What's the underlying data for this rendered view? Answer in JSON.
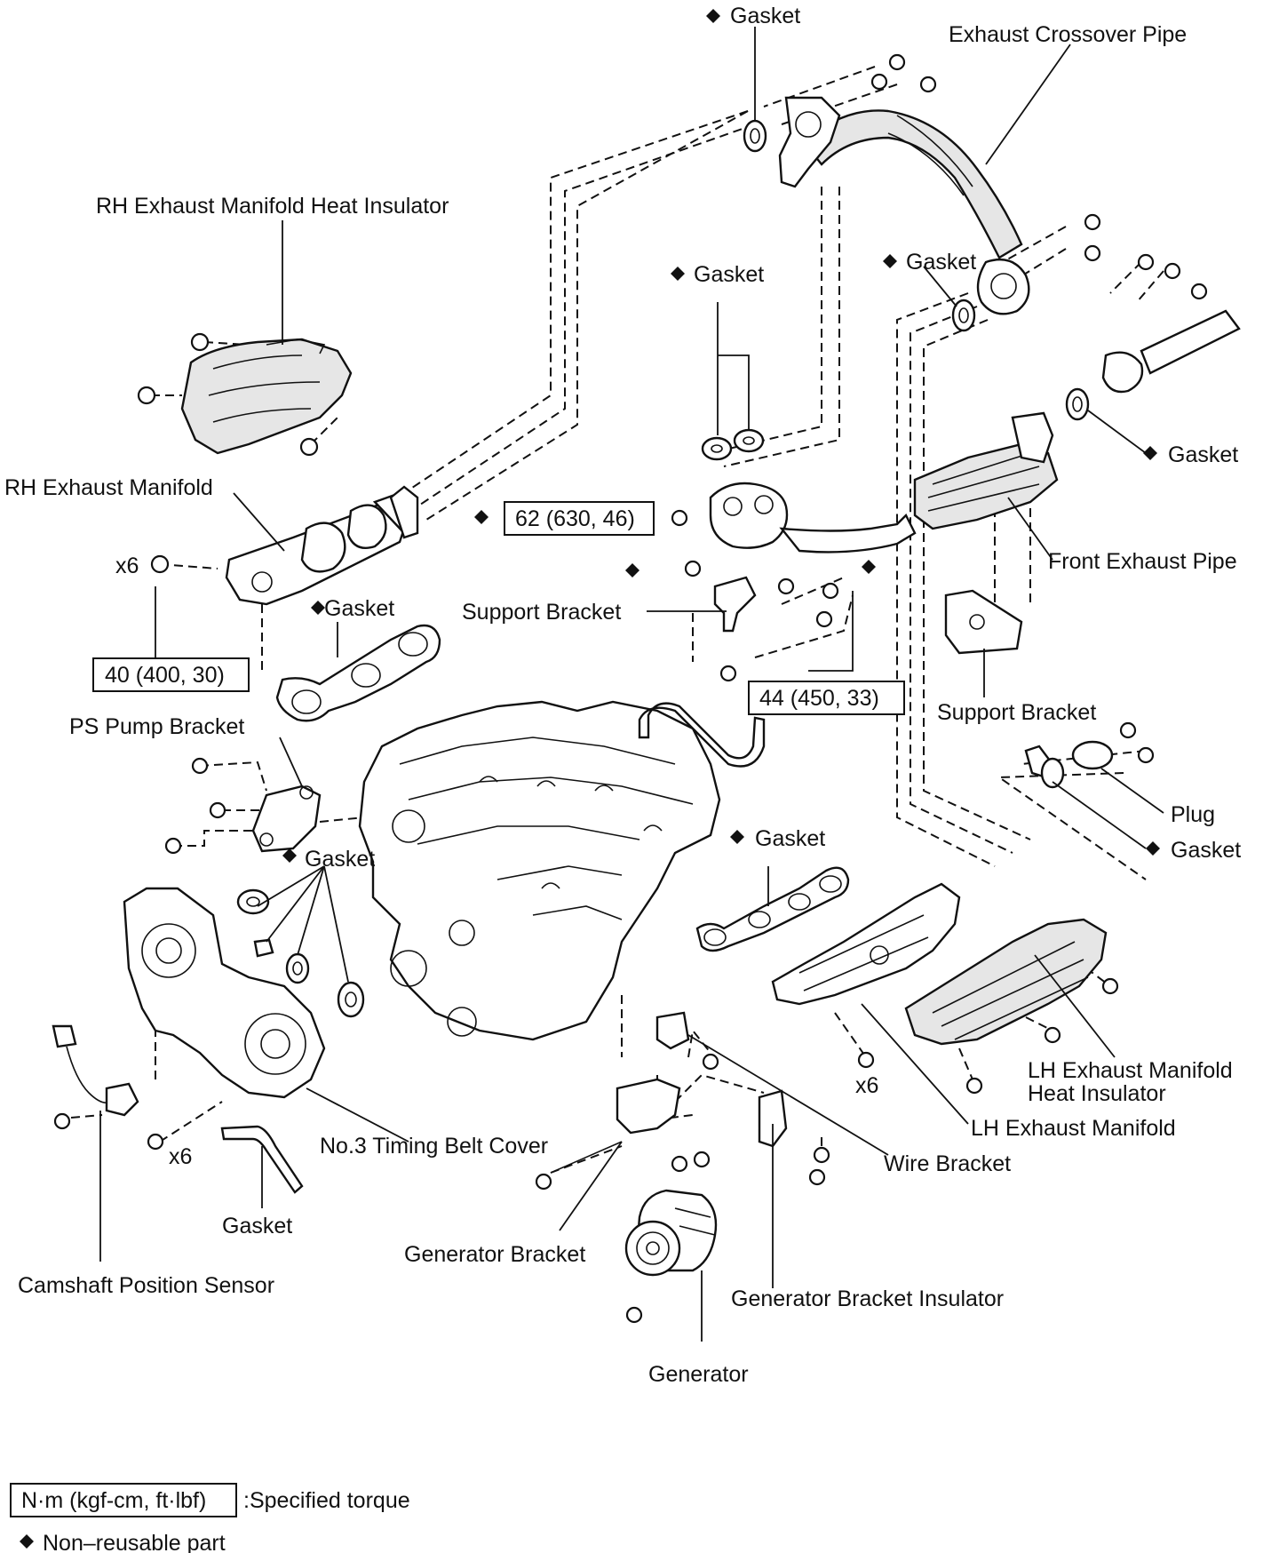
{
  "labels": {
    "gasket_top": "Gasket",
    "exhaust_crossover_pipe": "Exhaust Crossover Pipe",
    "rh_heat_insulator": "RH Exhaust Manifold Heat Insulator",
    "gasket_center": "Gasket",
    "gasket_crossover": "Gasket",
    "gasket_front_pipe": "Gasket",
    "rh_exhaust_manifold": "RH Exhaust Manifold",
    "rh_qty": "x6",
    "gasket_rh_manifold": "Gasket",
    "front_exhaust_pipe": "Front Exhaust Pipe",
    "support_bracket_left": "Support Bracket",
    "support_bracket_right": "Support Bracket",
    "ps_pump_bracket": "PS Pump Bracket",
    "plug": "Plug",
    "gasket_plug": "Gasket",
    "gasket_lh_manifold": "Gasket",
    "gasket_timing": "Gasket",
    "lh_heat_insulator_line1": "LH Exhaust Manifold",
    "lh_heat_insulator_line2": "Heat Insulator",
    "lh_qty": "x6",
    "lh_exhaust_manifold": "LH Exhaust Manifold",
    "timing_belt_cover": "No.3 Timing Belt Cover",
    "timing_qty": "x6",
    "wire_bracket": "Wire Bracket",
    "gasket_camshaft": "Gasket",
    "generator_bracket": "Generator Bracket",
    "camshaft_position_sensor": "Camshaft Position Sensor",
    "generator_bracket_insulator": "Generator Bracket Insulator",
    "generator": "Generator"
  },
  "torque_specs": {
    "front_pipe": "62 (630, 46)",
    "rh_manifold": "40 (400, 30)",
    "support_bracket": "44 (450, 33)"
  },
  "legend": {
    "torque_unit_box": "N·m (kgf-cm, ft·lbf)",
    "torque_text": ":Specified torque",
    "nonreusable_text": "Non–reusable part"
  },
  "symbols": {
    "non_reusable": "black-diamond",
    "bolt": "bolt-icon"
  }
}
